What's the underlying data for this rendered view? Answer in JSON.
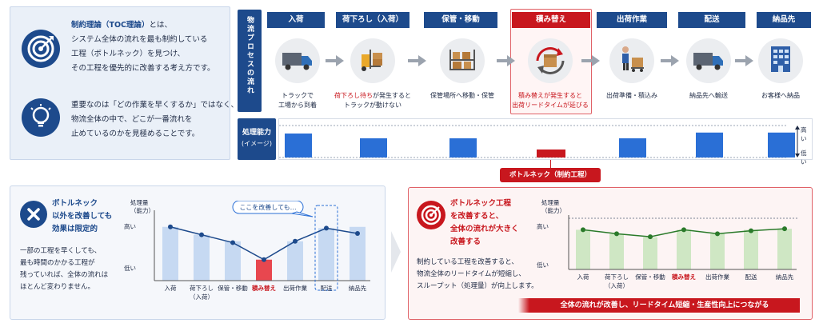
{
  "intro": {
    "line1_term": "制約理論（TOC理論）",
    "line1_rest": "とは、",
    "line2": "システム全体の流れを最も制約している",
    "line3": "工程（ボトルネック）を見つけ、",
    "line4": "その工程を優先的に改善する考え方です。",
    "line5": "重要なのは「どの作業を早くするか」ではなく、",
    "line6": "物流全体の中で、どこが一番流れを",
    "line7": "止めているのかを見極めることです。"
  },
  "flow": {
    "label": "物流プロセスの流れ",
    "steps": [
      {
        "title": "入荷",
        "icon": "truck-icon",
        "cap1": "トラックで",
        "cap2": "工場から到着"
      },
      {
        "title": "荷下ろし（入荷）",
        "icon": "forklift-icon",
        "cap1_red": "荷下ろし待ち",
        "cap1": "が発生すると",
        "cap2": "トラックが動けない"
      },
      {
        "title": "保管・移動",
        "icon": "shelf-icon",
        "cap1": "保管場所へ移動・保管",
        "cap2": ""
      },
      {
        "title": "積み替え",
        "icon": "box-cycle-icon",
        "cap1": "積み替えが発生すると",
        "cap2": "出荷リードタイムが延びる"
      },
      {
        "title": "出荷作業",
        "icon": "worker-cart-icon",
        "cap1": "出荷準備・積込み",
        "cap2": ""
      },
      {
        "title": "配送",
        "icon": "truck-icon",
        "cap1": "納品先へ輸送",
        "cap2": ""
      },
      {
        "title": "納品先",
        "icon": "building-icon",
        "cap1": "お客様へ納品",
        "cap2": ""
      }
    ]
  },
  "capacity": {
    "label1": "処理能力",
    "label2": "(イメージ)",
    "high": "高い",
    "low": "低い",
    "levels": [
      0.75,
      0.6,
      0.6,
      0.25,
      0.6,
      0.78,
      0.78
    ]
  },
  "bottleneck_tag": "ボトルネック（制約工程）",
  "left_panel": {
    "title1": "ボトルネック",
    "title2": "以外を改善しても",
    "title3": "効果は限定的",
    "body1": "一部の工程を早くしても、",
    "body2": "最も時間のかかる工程が",
    "body3": "残っていれば、全体の流れは",
    "body4": "ほとんど変わりません。",
    "callout": "ここを改善しても…",
    "ylabel1": "処理量",
    "ylabel2": "（能力）",
    "high": "高い",
    "low": "低い"
  },
  "right_panel": {
    "title1": "ボトルネック工程",
    "title2": "を改善すると、",
    "title3": "全体の流れが大きく",
    "title4": "改善する",
    "body1": "制約している工程を改善すると、",
    "body2": "物流全体のリードタイムが短縮し、",
    "body3": "スループット（処理量）が向上します。",
    "ylabel1": "処理量",
    "ylabel2": "（能力）",
    "high": "高い",
    "low": "低い"
  },
  "bottom_banner": "全体の流れが改善し、リードタイム短縮・生産性向上につながる",
  "chart_data": [
    {
      "type": "bar",
      "categories": [
        "入荷",
        "荷下ろし（入荷）",
        "保管・移動",
        "積み替え",
        "出荷作業",
        "配送",
        "納品先"
      ],
      "values": [
        0.82,
        0.7,
        0.6,
        0.32,
        0.6,
        0.8,
        0.82
      ],
      "line_values": [
        0.82,
        0.7,
        0.58,
        0.32,
        0.6,
        0.8,
        0.72
      ],
      "ylabel": "処理量（能力）",
      "colors": {
        "bar": "#c6d9f2",
        "highlight": "#e8474f",
        "line": "#1d4a8c"
      }
    },
    {
      "type": "bar",
      "categories": [
        "入荷",
        "荷下ろし（入荷）",
        "保管・移動",
        "積み替え",
        "出荷作業",
        "配送",
        "納品先"
      ],
      "values": [
        0.8,
        0.72,
        0.65,
        0.8,
        0.72,
        0.8,
        0.82
      ],
      "line_values": [
        0.8,
        0.72,
        0.66,
        0.8,
        0.72,
        0.78,
        0.82
      ],
      "ylabel": "処理量（能力）",
      "colors": {
        "bar": "#cfe7c4",
        "line": "#2a7a2a"
      }
    }
  ],
  "colors": {
    "navy": "#1d4a8c",
    "red": "#c8171e",
    "blue_bar": "#2a6fd6"
  }
}
